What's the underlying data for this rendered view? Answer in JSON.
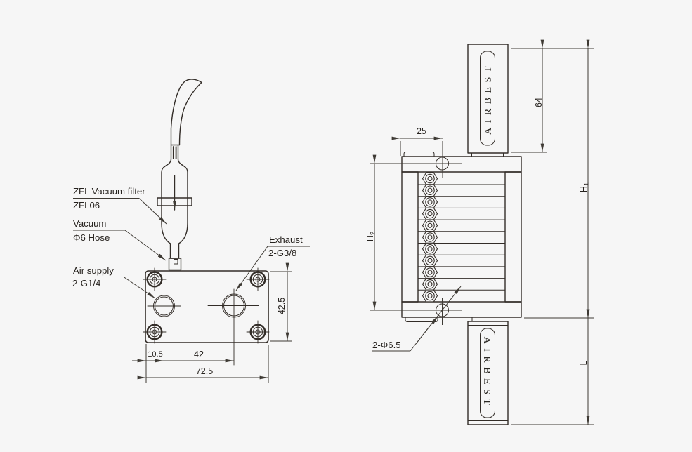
{
  "drawing": {
    "background_color": "#f6f6f6",
    "line_color": "#332d28",
    "dimension_color": "#3e3a34"
  },
  "left_view": {
    "labels": {
      "filter_line1": "ZFL Vacuum filter",
      "filter_line2": "ZFL06",
      "vacuum_line1": "Vacuum",
      "vacuum_line2": "Φ6 Hose",
      "air_line1": "Air supply",
      "air_line2": "2-G1/4",
      "exhaust_line1": "Exhaust",
      "exhaust_line2": "2-G3/8"
    },
    "dimensions": {
      "edge_to_hole": "10.5",
      "hole_spacing": "42",
      "plate_width": "72.5",
      "plate_height": "42.5"
    }
  },
  "right_view": {
    "brand_top": "AIRBEST",
    "brand_bottom": "AIRBEST",
    "dimensions": {
      "tab_width": "25",
      "muffler_height": "64",
      "h1_base": "H",
      "h1_sub": "1",
      "h2_base": "H",
      "h2_sub": "2",
      "bottom_muffler_length": "L",
      "mount_holes": "2-Φ6.5"
    }
  }
}
